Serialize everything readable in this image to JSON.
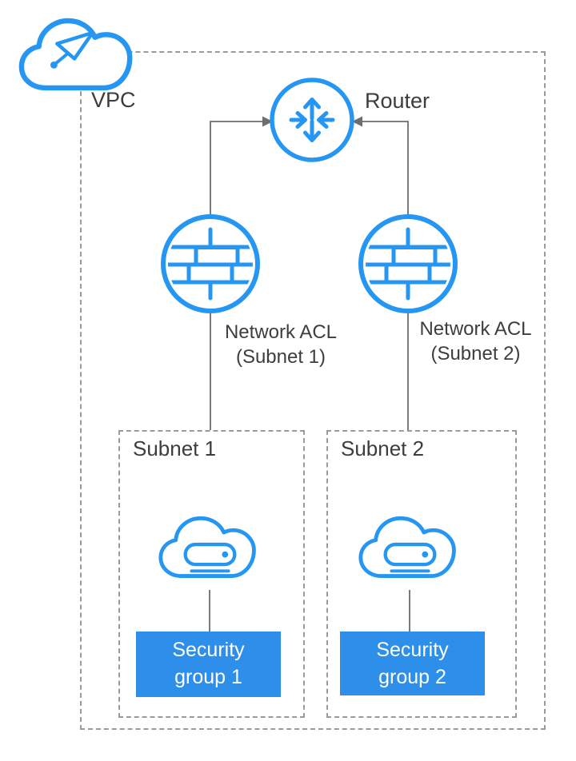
{
  "colors": {
    "accent": "#2696f3",
    "connector_line": "#6e6e6e",
    "dashed_border": "#9a9a9a",
    "security_group_fill": "#2e8fea",
    "security_group_text": "#ffffff",
    "label_text": "#3d3d3d"
  },
  "diagram": {
    "vpc": {
      "label": "VPC",
      "icon": "vpc-cloud-icon"
    },
    "router": {
      "label": "Router",
      "icon": "router-icon"
    },
    "acls": [
      {
        "name": "Network ACL",
        "subnet": "(Subnet 1)",
        "icon": "firewall-icon"
      },
      {
        "name": "Network ACL",
        "subnet": "(Subnet 2)",
        "icon": "firewall-icon"
      }
    ],
    "subnets": [
      {
        "label": "Subnet 1",
        "server_icon": "cloud-server-icon",
        "security_group": "Security group 1"
      },
      {
        "label": "Subnet 2",
        "server_icon": "cloud-server-icon",
        "security_group": "Security group 2"
      }
    ]
  }
}
